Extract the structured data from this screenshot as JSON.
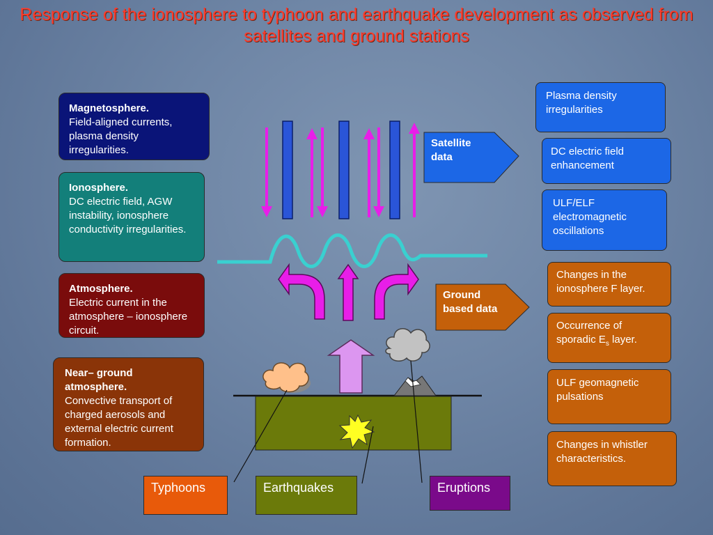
{
  "title": "Response of the ionosphere to typhoon and earthquake development as observed from satellites and ground stations",
  "left_boxes": {
    "magnetosphere": {
      "heading": "Magnetosphere.",
      "text": "Field-aligned currents, plasma density irregularities."
    },
    "ionosphere": {
      "heading": "Ionosphere.",
      "text": "DC electric field, AGW instability,   ionosphere conductivity irregularities."
    },
    "atmosphere": {
      "heading": "Atmosphere.",
      "text": "Electric current in the atmosphere – ionosphere circuit."
    },
    "near_ground": {
      "heading": "Near– ground atmosphere.",
      "text": "Convective transport of charged aerosols and external electric current formation."
    }
  },
  "satellite_data": {
    "label": "Satellite data"
  },
  "ground_data": {
    "label": "Ground based data"
  },
  "satellite_items": [
    "Plasma density irregularities",
    "DC electric field enhancement",
    "ULF/ELF electromagnetic oscillations"
  ],
  "ground_items": {
    "item1": "Changes in the ionosphere F layer.",
    "item2_prefix": "Occurrence of sporadic  E",
    "item2_sub": "s",
    "item2_suffix": " layer.",
    "item3": "ULF geomagnetic pulsations",
    "item4": "Changes in  whistler characteristics."
  },
  "sources": {
    "typhoons": "Typhoons",
    "earthquakes": "Earthquakes",
    "eruptions": "Eruptions"
  },
  "colors": {
    "title": "#ff3a2a",
    "magnetosphere": "#0a1478",
    "ionosphere": "#137f7a",
    "atmosphere": "#7a0c0c",
    "near_ground": "#8a3408",
    "satellite_blue": "#1c67e6",
    "ground_orange": "#c4600a",
    "magenta_arrows": "#e81ee8",
    "wave": "#3ad0d0",
    "upward_arrow": "#dc96f0",
    "ground_block": "#6b7a0a",
    "eruptions_box": "#7a0a8a"
  }
}
